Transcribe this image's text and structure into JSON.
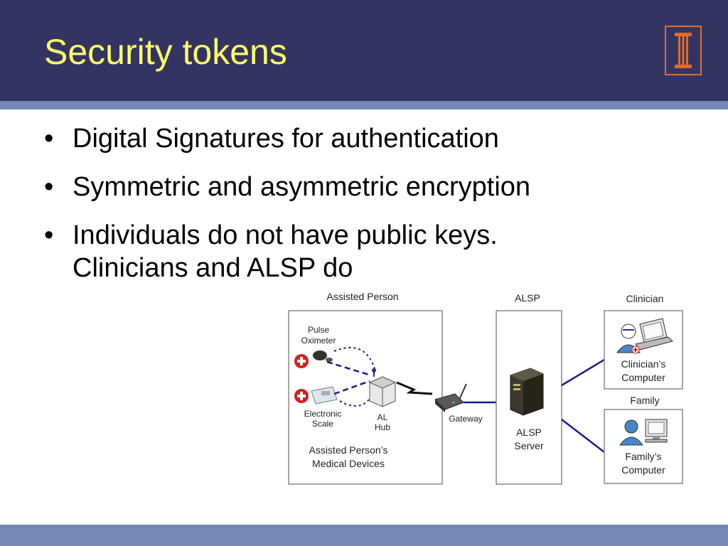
{
  "slide": {
    "title": "Security tokens",
    "logo_letter": "I",
    "bullets": [
      {
        "lines": [
          "Digital Signatures for authentication"
        ]
      },
      {
        "lines": [
          "Symmetric and asymmetric encryption"
        ]
      },
      {
        "lines": [
          "Individuals do not have public keys.",
          "Clinicians and ALSP do"
        ]
      }
    ],
    "bullet_char": "•"
  },
  "diagram": {
    "assisted_person_title": "Assisted Person",
    "pulse_label_1": "Pulse",
    "pulse_label_2": "Oximeter",
    "scale_label_1": "Electronic",
    "scale_label_2": "Scale",
    "hub_label_1": "AL",
    "hub_label_2": "Hub",
    "devices_label_1": "Assisted Person’s",
    "devices_label_2": "Medical Devices",
    "gateway_label": "Gateway",
    "alsp_title": "ALSP",
    "server_label_1": "ALSP",
    "server_label_2": "Server",
    "clinician_title": "Clinician",
    "clinician_computer_1": "Clinician’s",
    "clinician_computer_2": "Computer",
    "family_title": "Family",
    "family_computer_1": "Family’s",
    "family_computer_2": "Computer"
  },
  "colors": {
    "header_bg": "#343463",
    "stripe": "#7388b4",
    "title": "#ffff66",
    "logo_orange": "#e26b2a",
    "link_blue": "#1a1a8c"
  }
}
